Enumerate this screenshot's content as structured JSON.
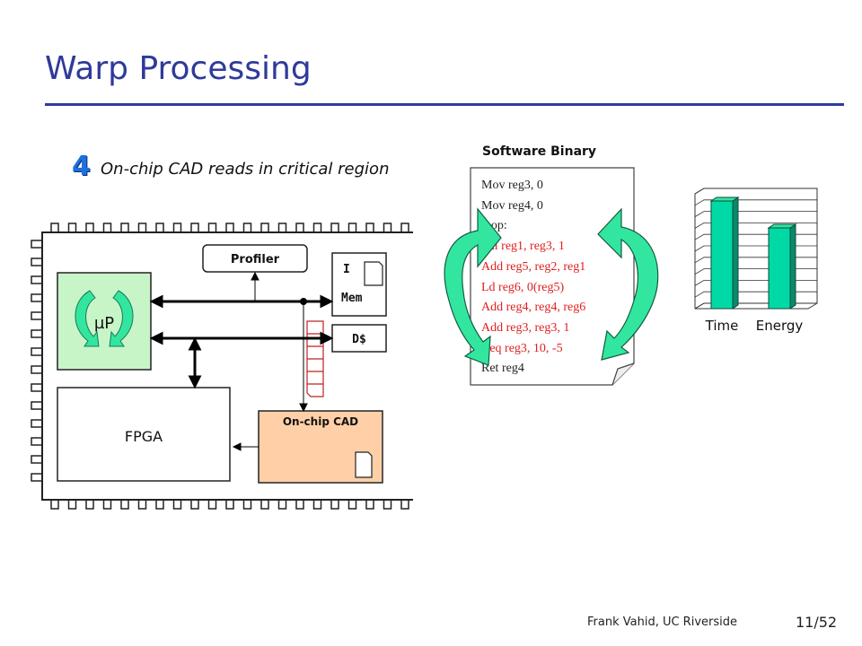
{
  "slide": {
    "title": "Warp Processing",
    "step_number": "4",
    "step_text": "On-chip CAD reads in critical region",
    "footer_author": "Frank Vahid, UC Riverside",
    "footer_page": "11/52"
  },
  "chip": {
    "profiler_label": "Profiler",
    "imem_label_line1": "I",
    "imem_label_line2": "Mem",
    "dcache_label": "D$",
    "up_label": "µP",
    "fpga_label": "FPGA",
    "cad_label": "On-chip CAD"
  },
  "binary": {
    "heading": "Software Binary",
    "lines": [
      {
        "text": "Mov reg3, 0",
        "critical": false
      },
      {
        "text": "Mov reg4, 0",
        "critical": false
      },
      {
        "text": "loop:",
        "critical": false
      },
      {
        "text": "Shl reg1, reg3, 1",
        "critical": true
      },
      {
        "text": "Add reg5, reg2, reg1",
        "critical": true
      },
      {
        "text": "Ld reg6, 0(reg5)",
        "critical": true
      },
      {
        "text": "Add reg4, reg4, reg6",
        "critical": true
      },
      {
        "text": "Add reg3, reg3, 1",
        "critical": true
      },
      {
        "text": "Beq reg3, 10, -5",
        "critical": true
      },
      {
        "text": "Ret reg4",
        "critical": false
      }
    ]
  },
  "bar_chart": {
    "categories": [
      "Time",
      "Energy"
    ],
    "values": [
      100,
      75
    ],
    "ylim": [
      0,
      100
    ],
    "grid": true
  },
  "colors": {
    "title": "#2f3a9a",
    "critical_code": "#e02020",
    "normal_code": "#222222",
    "bar_fill": "#00d9a6",
    "up_box": "#c8f5c8",
    "cad_box": "#ffd0a8",
    "loop_arrow": "#33e6a0"
  }
}
